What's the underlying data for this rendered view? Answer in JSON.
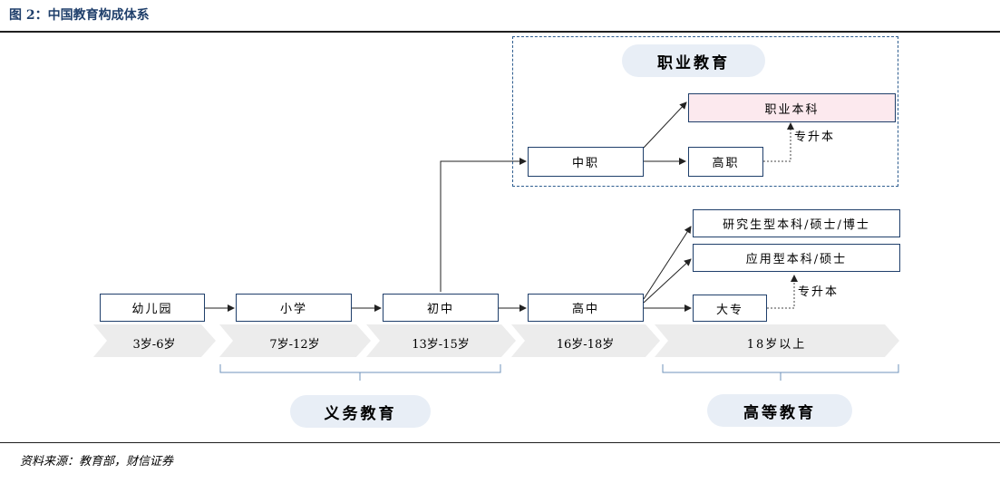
{
  "figure": {
    "title": "图 2：中国教育构成体系",
    "source": "资料来源：教育部，财信证券"
  },
  "stages": {
    "kindergarten": "幼儿园",
    "primary": "小学",
    "junior_high": "初中",
    "senior_high": "高中"
  },
  "ages": {
    "a1": "3岁-6岁",
    "a2": "7岁-12岁",
    "a3": "13岁-15岁",
    "a4": "16岁-18岁",
    "a5": "18岁以上"
  },
  "vocational": {
    "label": "职业教育",
    "secondary": "中职",
    "higher": "高职",
    "bachelor": "职业本科",
    "upgrade_note": "专升本"
  },
  "higher_ed": {
    "label": "高等教育",
    "research": "研究生型本科/硕士/博士",
    "applied": "应用型本科/硕士",
    "college": "大专",
    "upgrade_note": "专升本"
  },
  "compulsory": {
    "label": "义务教育"
  },
  "colors": {
    "box_border": "#1f3f6b",
    "pill_fill": "#e8eef6",
    "chevron_fill": "#ececec",
    "highlight_fill": "#fce9ee",
    "frame_border": "#2e5d8f"
  }
}
